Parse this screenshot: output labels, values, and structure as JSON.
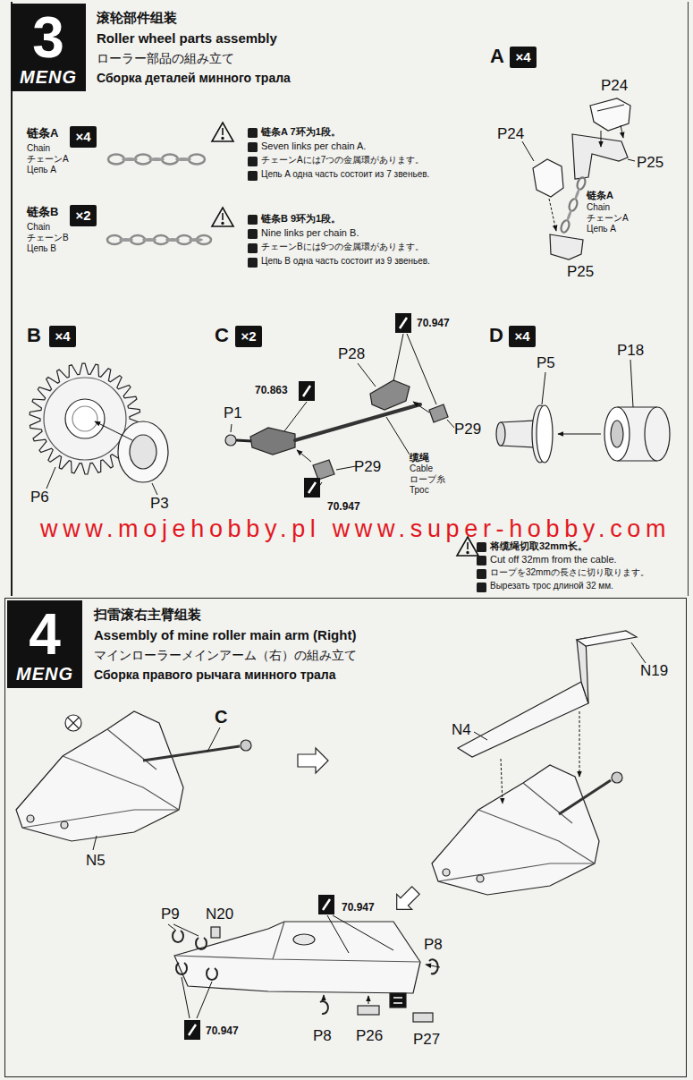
{
  "diagram": {
    "nodes": [
      {
        "text": [
          "滚轮部件组装",
          "Roller wheel parts assembly",
          "ローラー部品の組み立て",
          "Сборка деталей минного трала"
        ]
      },
      {
        "text": [
          "3",
          "MENG"
        ],
        "in": 0
      },
      {
        "text": [
          "×4"
        ],
        "in": 0
      },
      {
        "text": [
          "×4"
        ],
        "in": 0
      },
      {
        "text": [
          "×2"
        ],
        "in": 0
      },
      {
        "text": [
          "×4"
        ],
        "in": 0
      },
      {
        "text": [
          "×2"
        ],
        "in": 0
      },
      {
        "text": [
          "×4"
        ],
        "in": 0
      },
      {
        "text": [
          "扫雷滚右主臂组装",
          "Assembly of mine roller main arm (Right)",
          "マインローラーメインアーム（右）の組み立て",
          "Сборка правого рычага минного трала"
        ]
      },
      {
        "text": [
          "4",
          "MENG"
        ],
        "in": 8
      }
    ],
    "labels": [
      "链条A",
      "Chain",
      "チェーンA",
      "Цепь A",
      "链条A 7环为1段。",
      "Seven links per chain A.",
      "チェーンAには7つの金属環があります。",
      "Цепь A одна часть состоит из 7 звеньев.",
      "链条B",
      "Chain",
      "チェーンB",
      "Цепь B",
      "链条B 9环为1段。",
      "Nine links per chain B.",
      "チェーンBには9つの金属環があります。",
      "Цепь B одна часть состоит из 9 звеньев.",
      "A",
      "P24",
      "P24",
      "P25",
      "链条A",
      "Chain",
      "チェーンA",
      "Цепь A",
      "P25",
      "B",
      "P6",
      "P3",
      "C",
      "70.947",
      "P28",
      "70.863",
      "P1",
      "P29",
      "缆绳",
      "Cable",
      "ロープ糸",
      "Трос",
      "P29",
      "70.947",
      "D",
      "P5",
      "P18",
      "www.mojehobby.pl www.super-hobby.com",
      "将缆绳切取32mm长。",
      "Cut off 32mm from the cable.",
      "ロープを32mmの長さに切り取ります。",
      "Вырезать трос длиной 32 мм.",
      "C",
      "N5",
      "N4",
      "N19",
      "P9",
      "N20",
      "70.947",
      "P8",
      "P8",
      "P26",
      "P27",
      "70.947"
    ]
  }
}
